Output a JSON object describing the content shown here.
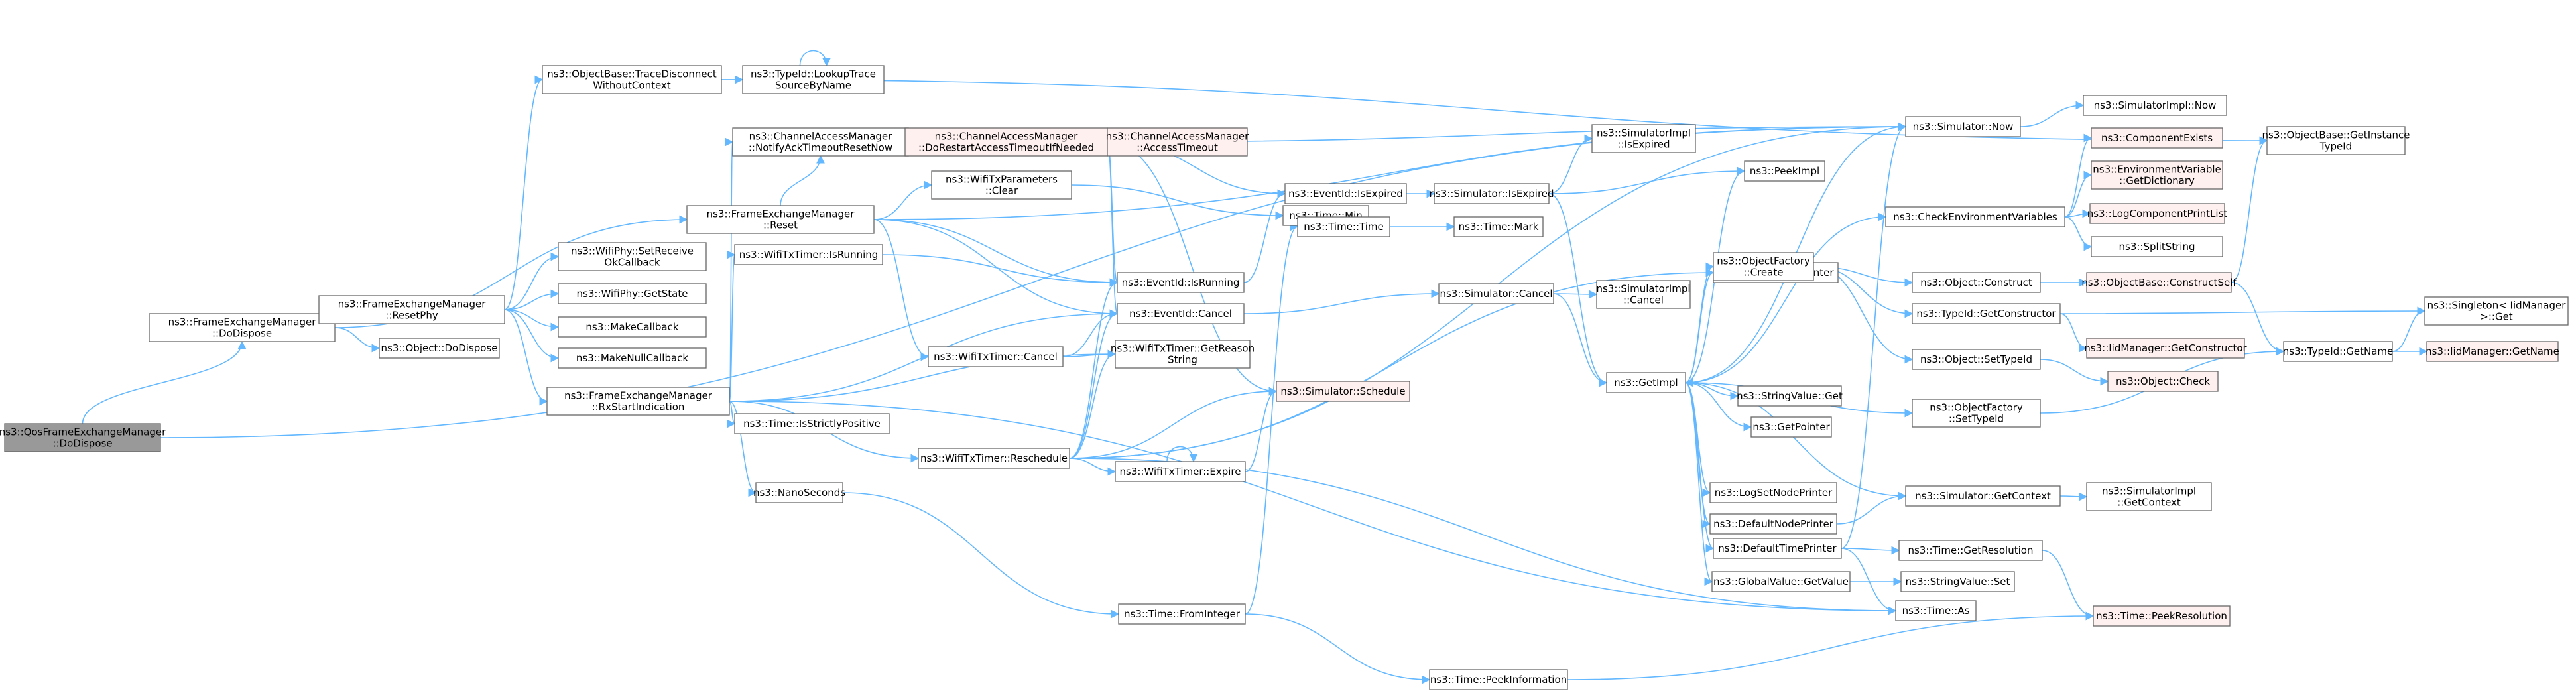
{
  "colors": {
    "edge": "#63b8ff",
    "node_fill": "#ffffff",
    "node_border": "#666666",
    "root_fill": "#999999",
    "root_border": "#666666",
    "red_fill": "#fff0f0",
    "red_border": "#ff0000"
  },
  "nodes": [
    {
      "id": "root",
      "lines": [
        "ns3::QosFrameExchangeManager",
        "::DoDispose"
      ],
      "style": "root"
    },
    {
      "id": "fem_dodispose",
      "lines": [
        "ns3::FrameExchangeManager",
        "::DoDispose"
      ],
      "style": "normal"
    },
    {
      "id": "fem_resetphy",
      "lines": [
        "ns3::FrameExchangeManager",
        "::ResetPhy"
      ],
      "style": "normal"
    },
    {
      "id": "object_dodispose",
      "lines": [
        "ns3::Object::DoDispose"
      ],
      "style": "normal"
    },
    {
      "id": "tracedisconnect",
      "lines": [
        "ns3::ObjectBase::TraceDisconnect",
        "WithoutContext"
      ],
      "style": "normal"
    },
    {
      "id": "lookuptrace",
      "lines": [
        "ns3::TypeId::LookupTrace",
        "SourceByName"
      ],
      "style": "normal"
    },
    {
      "id": "cam_notifyack",
      "lines": [
        "ns3::ChannelAccessManager",
        "::NotifyAckTimeoutResetNow"
      ],
      "style": "normal"
    },
    {
      "id": "fem_reset",
      "lines": [
        "ns3::FrameExchangeManager",
        "::Reset"
      ],
      "style": "normal"
    },
    {
      "id": "setreceiveok",
      "lines": [
        "ns3::WifiPhy::SetReceive",
        "OkCallback"
      ],
      "style": "normal"
    },
    {
      "id": "getstate",
      "lines": [
        "ns3::WifiPhy::GetState"
      ],
      "style": "normal"
    },
    {
      "id": "makecallback",
      "lines": [
        "ns3::MakeCallback"
      ],
      "style": "normal"
    },
    {
      "id": "makenullcallback",
      "lines": [
        "ns3::MakeNullCallback"
      ],
      "style": "normal"
    },
    {
      "id": "fem_rxstart",
      "lines": [
        "ns3::FrameExchangeManager",
        "::RxStartIndication"
      ],
      "style": "normal"
    },
    {
      "id": "txtimer_isrunning",
      "lines": [
        "ns3::WifiTxTimer::IsRunning"
      ],
      "style": "normal"
    },
    {
      "id": "time_isstrictly",
      "lines": [
        "ns3::Time::IsStrictlyPositive"
      ],
      "style": "normal"
    },
    {
      "id": "nanoseconds",
      "lines": [
        "ns3::NanoSeconds"
      ],
      "style": "normal"
    },
    {
      "id": "cam_dorestart",
      "lines": [
        "ns3::ChannelAccessManager",
        "::DoRestartAccessTimeoutIfNeeded"
      ],
      "style": "red"
    },
    {
      "id": "cam_accesstimeout",
      "lines": [
        "ns3::ChannelAccessManager",
        "::AccessTimeout"
      ],
      "style": "red"
    },
    {
      "id": "txparams_clear",
      "lines": [
        "ns3::WifiTxParameters",
        "::Clear"
      ],
      "style": "normal"
    },
    {
      "id": "txtimer_cancel",
      "lines": [
        "ns3::WifiTxTimer::Cancel"
      ],
      "style": "normal"
    },
    {
      "id": "txtimer_reschedule",
      "lines": [
        "ns3::WifiTxTimer::Reschedule"
      ],
      "style": "normal"
    },
    {
      "id": "time_frominteger",
      "lines": [
        "ns3::Time::FromInteger"
      ],
      "style": "normal"
    },
    {
      "id": "eventid_isrunning",
      "lines": [
        "ns3::EventId::IsRunning"
      ],
      "style": "normal"
    },
    {
      "id": "eventid_cancel",
      "lines": [
        "ns3::EventId::Cancel"
      ],
      "style": "normal"
    },
    {
      "id": "txtimer_getreason",
      "lines": [
        "ns3::WifiTxTimer::GetReason",
        "String"
      ],
      "style": "normal"
    },
    {
      "id": "sim_schedule",
      "lines": [
        "ns3::Simulator::Schedule"
      ],
      "style": "red"
    },
    {
      "id": "txtimer_expire",
      "lines": [
        "ns3::WifiTxTimer::Expire"
      ],
      "style": "normal"
    },
    {
      "id": "eventid_isexpired",
      "lines": [
        "ns3::EventId::IsExpired"
      ],
      "style": "normal"
    },
    {
      "id": "time_min",
      "lines": [
        "ns3::Time::Min"
      ],
      "style": "normal"
    },
    {
      "id": "time_time",
      "lines": [
        "ns3::Time::Time"
      ],
      "style": "normal"
    },
    {
      "id": "time_peekinfo",
      "lines": [
        "ns3::Time::PeekInformation"
      ],
      "style": "normal"
    },
    {
      "id": "sim_isexpired",
      "lines": [
        "ns3::Simulator::IsExpired"
      ],
      "style": "normal"
    },
    {
      "id": "time_mark",
      "lines": [
        "ns3::Time::Mark"
      ],
      "style": "normal"
    },
    {
      "id": "sim_cancel",
      "lines": [
        "ns3::Simulator::Cancel"
      ],
      "style": "normal"
    },
    {
      "id": "simimpl_isexpired",
      "lines": [
        "ns3::SimulatorImpl",
        "::IsExpired"
      ],
      "style": "normal"
    },
    {
      "id": "simimpl_cancel",
      "lines": [
        "ns3::SimulatorImpl",
        "::Cancel"
      ],
      "style": "normal"
    },
    {
      "id": "getimpl",
      "lines": [
        "ns3::GetImpl"
      ],
      "style": "normal"
    },
    {
      "id": "sim_now",
      "lines": [
        "ns3::Simulator::Now"
      ],
      "style": "normal"
    },
    {
      "id": "peekimpl",
      "lines": [
        "ns3::PeekImpl"
      ],
      "style": "normal"
    },
    {
      "id": "logsettimeprinter",
      "lines": [
        "ns3::LogSetTimePrinter"
      ],
      "style": "normal"
    },
    {
      "id": "objfactory_create",
      "lines": [
        "ns3::ObjectFactory",
        "::Create"
      ],
      "style": "normal"
    },
    {
      "id": "stringvalue_get",
      "lines": [
        "ns3::StringValue::Get"
      ],
      "style": "normal"
    },
    {
      "id": "getpointer",
      "lines": [
        "ns3::GetPointer"
      ],
      "style": "normal"
    },
    {
      "id": "logsetnodeprinter",
      "lines": [
        "ns3::LogSetNodePrinter"
      ],
      "style": "normal"
    },
    {
      "id": "defaultnodeprinter",
      "lines": [
        "ns3::DefaultNodePrinter"
      ],
      "style": "normal"
    },
    {
      "id": "defaulttimeprinter",
      "lines": [
        "ns3::DefaultTimePrinter"
      ],
      "style": "normal"
    },
    {
      "id": "globalvalue_getvalue",
      "lines": [
        "ns3::GlobalValue::GetValue"
      ],
      "style": "normal"
    },
    {
      "id": "time_as",
      "lines": [
        "ns3::Time::As"
      ],
      "style": "normal"
    },
    {
      "id": "simimpl_now",
      "lines": [
        "ns3::SimulatorImpl::Now"
      ],
      "style": "normal"
    },
    {
      "id": "checkenv",
      "lines": [
        "ns3::CheckEnvironmentVariables"
      ],
      "style": "normal"
    },
    {
      "id": "object_construct",
      "lines": [
        "ns3::Object::Construct"
      ],
      "style": "normal"
    },
    {
      "id": "typeid_getconstructor",
      "lines": [
        "ns3::TypeId::GetConstructor"
      ],
      "style": "normal"
    },
    {
      "id": "object_settypeid",
      "lines": [
        "ns3::Object::SetTypeId"
      ],
      "style": "normal"
    },
    {
      "id": "objfactory_settypeid",
      "lines": [
        "ns3::ObjectFactory",
        "::SetTypeId"
      ],
      "style": "normal"
    },
    {
      "id": "sim_getcontext",
      "lines": [
        "ns3::Simulator::GetContext"
      ],
      "style": "normal"
    },
    {
      "id": "time_getresolution",
      "lines": [
        "ns3::Time::GetResolution"
      ],
      "style": "normal"
    },
    {
      "id": "stringvalue_set",
      "lines": [
        "ns3::StringValue::Set"
      ],
      "style": "normal"
    },
    {
      "id": "componentexists",
      "lines": [
        "ns3::ComponentExists"
      ],
      "style": "red"
    },
    {
      "id": "envvar_getdict",
      "lines": [
        "ns3::EnvironmentVariable",
        "::GetDictionary"
      ],
      "style": "red"
    },
    {
      "id": "logcomponentprintlist",
      "lines": [
        "ns3::LogComponentPrintList"
      ],
      "style": "red"
    },
    {
      "id": "splitstring",
      "lines": [
        "ns3::SplitString"
      ],
      "style": "normal"
    },
    {
      "id": "objbase_constructself",
      "lines": [
        "ns3::ObjectBase::ConstructSelf"
      ],
      "style": "red"
    },
    {
      "id": "iidmanager_getconstructor",
      "lines": [
        "ns3::IidManager::GetConstructor"
      ],
      "style": "red"
    },
    {
      "id": "object_check",
      "lines": [
        "ns3::Object::Check"
      ],
      "style": "red"
    },
    {
      "id": "simimpl_getcontext",
      "lines": [
        "ns3::SimulatorImpl",
        "::GetContext"
      ],
      "style": "normal"
    },
    {
      "id": "time_peekresolution",
      "lines": [
        "ns3::Time::PeekResolution"
      ],
      "style": "red"
    },
    {
      "id": "objbase_getinstancetypeid",
      "lines": [
        "ns3::ObjectBase::GetInstance",
        "TypeId"
      ],
      "style": "normal"
    },
    {
      "id": "typeid_getname",
      "lines": [
        "ns3::TypeId::GetName"
      ],
      "style": "normal"
    },
    {
      "id": "singleton_get",
      "lines": [
        "ns3::Singleton< IidManager",
        ">::Get"
      ],
      "style": "normal"
    },
    {
      "id": "iidmanager_getname",
      "lines": [
        "ns3::IidManager::GetName"
      ],
      "style": "red"
    }
  ],
  "edges": [
    [
      "root",
      "fem_dodispose"
    ],
    [
      "root",
      "sim_now"
    ],
    [
      "fem_dodispose",
      "fem_resetphy"
    ],
    [
      "fem_dodispose",
      "object_dodispose"
    ],
    [
      "fem_dodispose",
      "fem_reset"
    ],
    [
      "fem_resetphy",
      "tracedisconnect"
    ],
    [
      "fem_resetphy",
      "setreceiveok"
    ],
    [
      "fem_resetphy",
      "getstate"
    ],
    [
      "fem_resetphy",
      "makecallback"
    ],
    [
      "fem_resetphy",
      "makenullcallback"
    ],
    [
      "fem_resetphy",
      "fem_rxstart"
    ],
    [
      "tracedisconnect",
      "lookuptrace"
    ],
    [
      "tracedisconnect",
      "objbase_getinstancetypeid"
    ],
    [
      "lookuptrace",
      "lookuptrace"
    ],
    [
      "fem_reset",
      "cam_notifyack"
    ],
    [
      "fem_reset",
      "txparams_clear"
    ],
    [
      "fem_reset",
      "eventid_isrunning"
    ],
    [
      "fem_reset",
      "eventid_cancel"
    ],
    [
      "fem_reset",
      "txtimer_cancel"
    ],
    [
      "fem_reset",
      "sim_now"
    ],
    [
      "cam_notifyack",
      "cam_dorestart"
    ],
    [
      "cam_dorestart",
      "cam_accesstimeout"
    ],
    [
      "cam_dorestart",
      "sim_now"
    ],
    [
      "cam_dorestart",
      "eventid_isexpired"
    ],
    [
      "cam_dorestart",
      "eventid_isrunning"
    ],
    [
      "cam_dorestart",
      "eventid_cancel"
    ],
    [
      "cam_dorestart",
      "sim_schedule"
    ],
    [
      "cam_accesstimeout",
      "cam_dorestart"
    ],
    [
      "fem_rxstart",
      "cam_notifyack"
    ],
    [
      "fem_rxstart",
      "txtimer_isrunning"
    ],
    [
      "fem_rxstart",
      "eventid_cancel"
    ],
    [
      "fem_rxstart",
      "txtimer_getreason"
    ],
    [
      "fem_rxstart",
      "time_isstrictly"
    ],
    [
      "fem_rxstart",
      "nanoseconds"
    ],
    [
      "fem_rxstart",
      "txtimer_reschedule"
    ],
    [
      "fem_rxstart",
      "time_as"
    ],
    [
      "txtimer_isrunning",
      "eventid_isrunning"
    ],
    [
      "txparams_clear",
      "time_min"
    ],
    [
      "txtimer_cancel",
      "eventid_cancel"
    ],
    [
      "txtimer_cancel",
      "txtimer_getreason"
    ],
    [
      "txtimer_reschedule",
      "eventid_isrunning"
    ],
    [
      "txtimer_reschedule",
      "eventid_cancel"
    ],
    [
      "txtimer_reschedule",
      "txtimer_getreason"
    ],
    [
      "txtimer_reschedule",
      "sim_schedule"
    ],
    [
      "txtimer_reschedule",
      "txtimer_expire"
    ],
    [
      "txtimer_reschedule",
      "sim_now"
    ],
    [
      "txtimer_reschedule",
      "time_as"
    ],
    [
      "txtimer_reschedule",
      "logsettimeprinter"
    ],
    [
      "txtimer_expire",
      "sim_schedule"
    ],
    [
      "txtimer_expire",
      "txtimer_expire"
    ],
    [
      "nanoseconds",
      "time_frominteger"
    ],
    [
      "time_frominteger",
      "time_time"
    ],
    [
      "time_frominteger",
      "time_peekinfo"
    ],
    [
      "eventid_isrunning",
      "eventid_isexpired"
    ],
    [
      "eventid_cancel",
      "sim_cancel"
    ],
    [
      "eventid_isexpired",
      "sim_isexpired"
    ],
    [
      "time_min",
      "time_time"
    ],
    [
      "time_time",
      "time_mark"
    ],
    [
      "time_peekinfo",
      "time_peekresolution"
    ],
    [
      "sim_isexpired",
      "simimpl_isexpired"
    ],
    [
      "sim_isexpired",
      "peekimpl"
    ],
    [
      "sim_isexpired",
      "getimpl"
    ],
    [
      "sim_cancel",
      "simimpl_cancel"
    ],
    [
      "sim_cancel",
      "getimpl"
    ],
    [
      "sim_now",
      "simimpl_now"
    ],
    [
      "sim_now",
      "getimpl"
    ],
    [
      "getimpl",
      "peekimpl"
    ],
    [
      "getimpl",
      "logsettimeprinter"
    ],
    [
      "getimpl",
      "objfactory_create"
    ],
    [
      "getimpl",
      "stringvalue_get"
    ],
    [
      "getimpl",
      "getpointer"
    ],
    [
      "getimpl",
      "logsetnodeprinter"
    ],
    [
      "getimpl",
      "defaultnodeprinter"
    ],
    [
      "getimpl",
      "defaulttimeprinter"
    ],
    [
      "getimpl",
      "globalvalue_getvalue"
    ],
    [
      "getimpl",
      "checkenv"
    ],
    [
      "getimpl",
      "objfactory_settypeid"
    ],
    [
      "getimpl",
      "sim_getcontext"
    ],
    [
      "objfactory_create",
      "object_construct"
    ],
    [
      "objfactory_create",
      "typeid_getconstructor"
    ],
    [
      "objfactory_create",
      "object_settypeid"
    ],
    [
      "object_construct",
      "objbase_constructself"
    ],
    [
      "typeid_getconstructor",
      "iidmanager_getconstructor"
    ],
    [
      "typeid_getconstructor",
      "singleton_get"
    ],
    [
      "object_settypeid",
      "object_check"
    ],
    [
      "objfactory_settypeid",
      "typeid_getname"
    ],
    [
      "defaultnodeprinter",
      "sim_getcontext"
    ],
    [
      "sim_getcontext",
      "simimpl_getcontext"
    ],
    [
      "defaulttimeprinter",
      "sim_now"
    ],
    [
      "defaulttimeprinter",
      "time_getresolution"
    ],
    [
      "defaulttimeprinter",
      "time_as"
    ],
    [
      "time_getresolution",
      "time_peekresolution"
    ],
    [
      "globalvalue_getvalue",
      "stringvalue_set"
    ],
    [
      "checkenv",
      "componentexists"
    ],
    [
      "checkenv",
      "envvar_getdict"
    ],
    [
      "checkenv",
      "logcomponentprintlist"
    ],
    [
      "checkenv",
      "splitstring"
    ],
    [
      "objbase_constructself",
      "objbase_getinstancetypeid"
    ],
    [
      "objbase_constructself",
      "typeid_getname"
    ],
    [
      "typeid_getname",
      "singleton_get"
    ],
    [
      "typeid_getname",
      "iidmanager_getname"
    ]
  ]
}
